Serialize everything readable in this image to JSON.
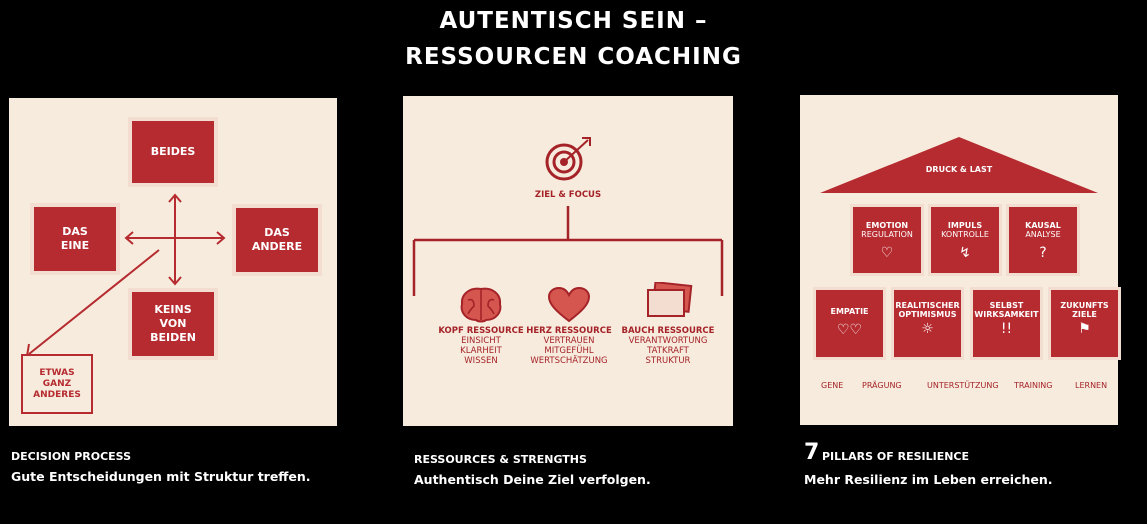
{
  "header": {
    "line1": "AUTENTISCH SEIN –",
    "line2": "RESSOURCEN COACHING"
  },
  "colors": {
    "accent": "#b52b30",
    "card_bg": "#f7ebdd",
    "page_bg": "#000000"
  },
  "decision": {
    "top": "BEIDES",
    "left": "DAS\nEINE",
    "right": "DAS\nANDERE",
    "bottom": "KEINS\nVON\nBEIDEN",
    "corner": "ETWAS\nGANZ\nANDERES",
    "caption_title": "DECISION PROCESS",
    "caption_sub": "Gute  Entscheidungen mit Struktur treffen."
  },
  "resources": {
    "goal_label": "ZIEL & FOCUS",
    "goal_icon": "target-arrow-icon",
    "items": [
      {
        "title": "KOPF RESSOURCE",
        "sub": "EINSICHT\nKLARHEIT\nWISSEN",
        "icon": "brain-icon"
      },
      {
        "title": "HERZ RESSOURCE",
        "sub": "VERTRAUEN\nMITGEFÜHL\nWERTSCHÄTZUNG",
        "icon": "heart-icon"
      },
      {
        "title": "BAUCH RESSOURCE",
        "sub": "VERANTWORTUNG\nTATKRAFT\nSTRUKTUR",
        "icon": "cards-icon"
      }
    ],
    "caption_title": "RESSOURCES & STRENGTHS",
    "caption_sub": "Authentisch Deine Ziel verfolgen."
  },
  "resilience": {
    "roof": "DRUCK & LAST",
    "row1": [
      {
        "title": "EMOTION",
        "sub": "REGULATION",
        "icon": "♡"
      },
      {
        "title": "IMPULS",
        "sub": "KONTROLLE",
        "icon": "↯"
      },
      {
        "title": "KAUSAL",
        "sub": "ANALYSE",
        "icon": "?"
      }
    ],
    "row2": [
      {
        "title": "EMPATIE",
        "sub": "",
        "icon": "♡♡"
      },
      {
        "title": "REALITISCHER\nOPTIMISMUS",
        "sub": "",
        "icon": "☼"
      },
      {
        "title": "SELBST\nWIRKSAMKEIT",
        "sub": "",
        "icon": "!!"
      },
      {
        "title": "ZUKUNFTS\nZIELE",
        "sub": "",
        "icon": "⚑"
      }
    ],
    "foundation": [
      "GENE",
      "PRÄGUNG",
      "UNTERSTÜTZUNG",
      "TRAINING",
      "LERNEN"
    ],
    "caption_num": "7",
    "caption_title": "PILLARS OF RESILIENCE",
    "caption_sub": "Mehr Resilienz im Leben erreichen."
  }
}
